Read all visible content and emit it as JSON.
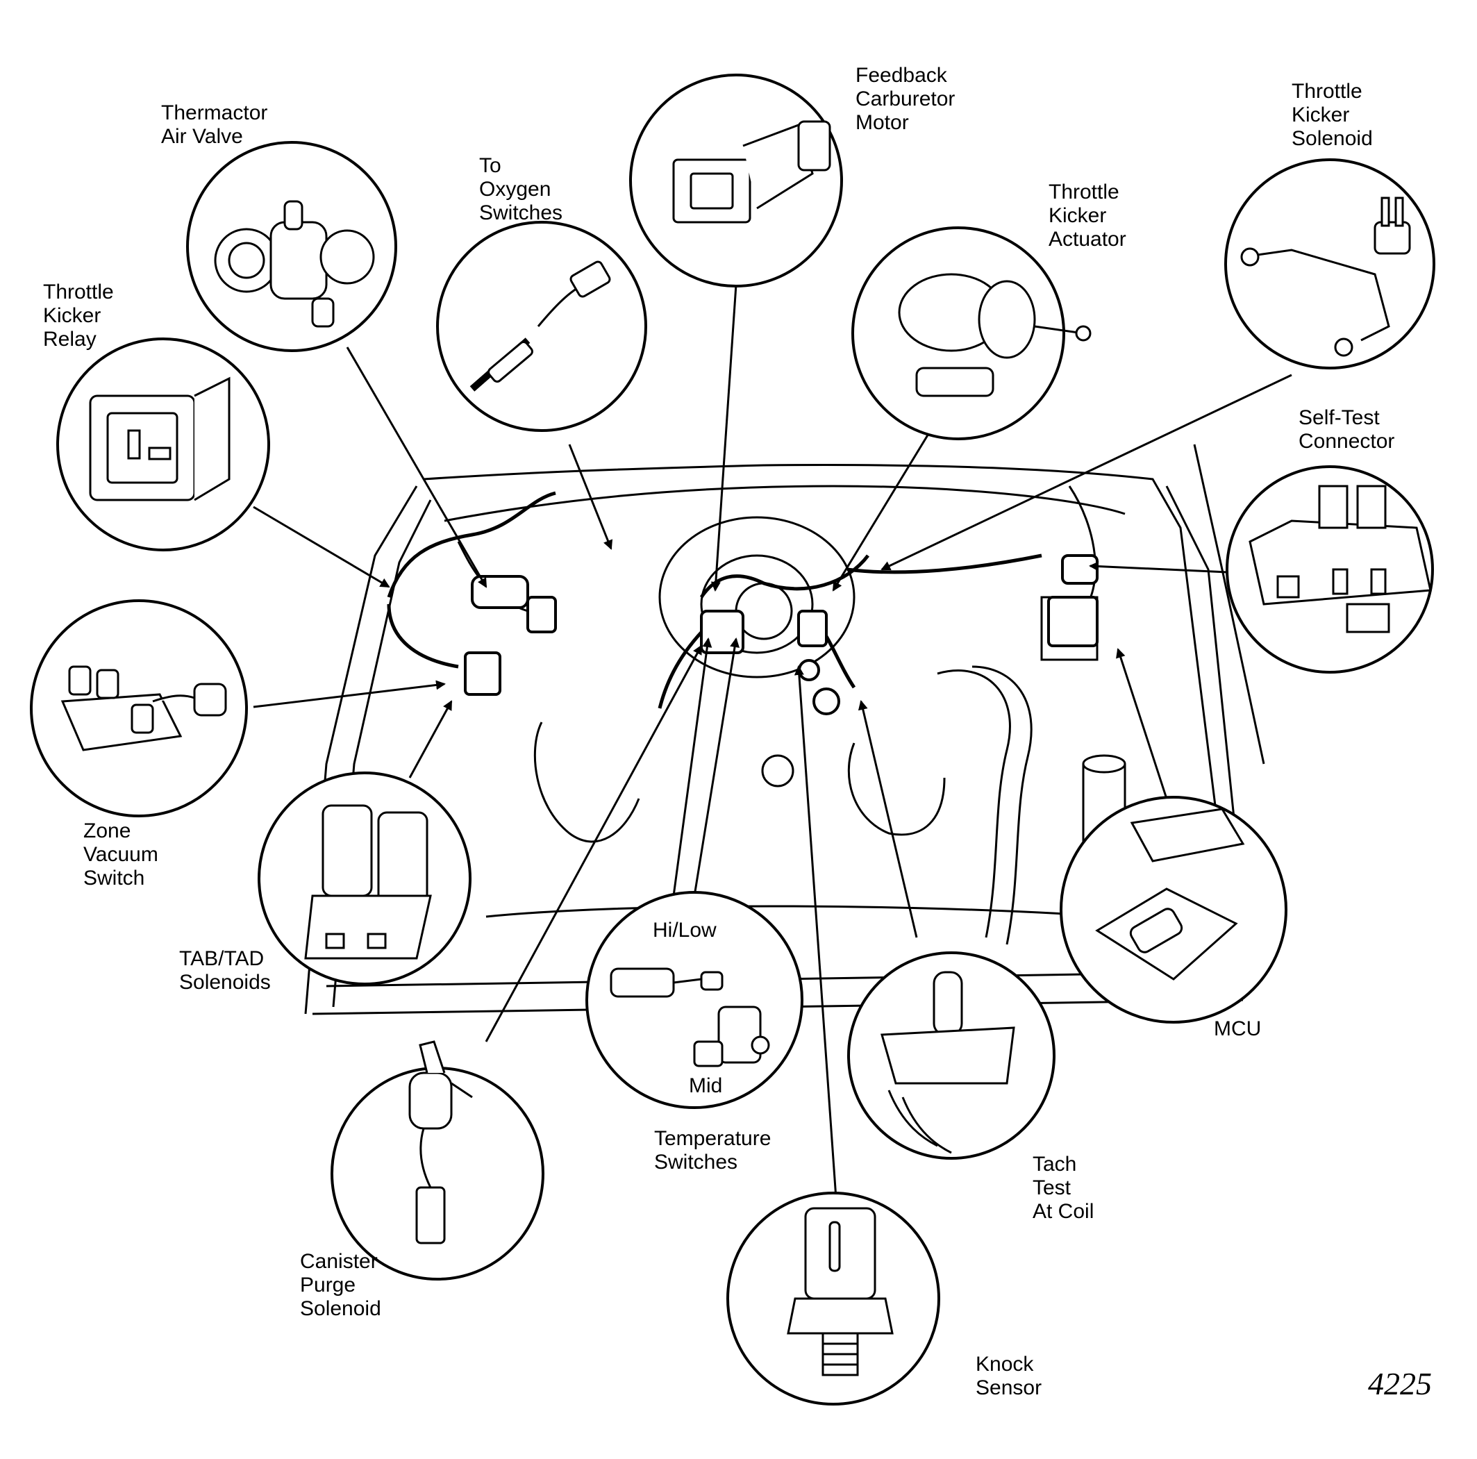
{
  "labels": {
    "thermactor_air_valve": "Thermactor\nAir Valve",
    "to_oxygen_switches": "To\nOxygen\nSwitches",
    "feedback_carburetor_motor": "Feedback\nCarburetor\nMotor",
    "throttle_kicker_actuator": "Throttle\nKicker\nActuator",
    "throttle_kicker_solenoid": "Throttle\nKicker\nSolenoid",
    "throttle_kicker_relay": "Throttle\nKicker\nRelay",
    "self_test_connector": "Self-Test\nConnector",
    "zone_vacuum_switch": "Zone\nVacuum\nSwitch",
    "tab_tad_solenoids": "TAB/TAD\nSolenoids",
    "hi_low": "Hi/Low",
    "mid": "Mid",
    "temperature_switches": "Temperature\nSwitches",
    "mcu": "MCU",
    "tach_test_at_coil": "Tach\nTest\nAt Coil",
    "canister_purge_solenoid": "Canister\nPurge\nSolenoid",
    "knock_sensor": "Knock\nSensor"
  },
  "figure_number": "4225",
  "colors": {
    "ink": "#000000",
    "paper": "#ffffff"
  }
}
